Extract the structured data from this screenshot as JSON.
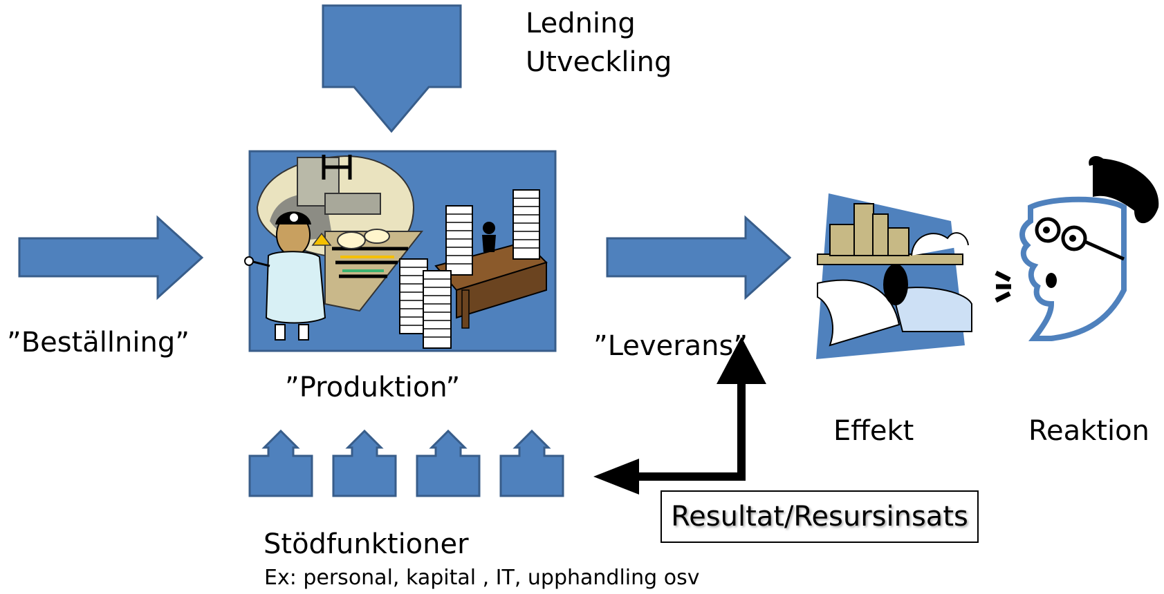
{
  "labels": {
    "ledning": "Ledning",
    "utveckling": "Utveckling",
    "bestallning": "”Beställning”",
    "produktion": "”Produktion”",
    "leverans": "”Leverans”",
    "effekt": "Effekt",
    "reaktion": "Reaktion",
    "stodfunktioner": "Stödfunktioner",
    "exempel": "Ex: personal, kapital , IT, upphandling osv",
    "resultat": "Resultat/Resursinsats"
  },
  "colors": {
    "block_fill": "#4F81BD",
    "block_stroke": "#385D8A",
    "arrow_black": "#000000"
  },
  "icons": {
    "production": "production-clipart-icon",
    "effect": "city-landscape-clipart-icon",
    "reaction": "surprised-face-clipart-icon"
  }
}
